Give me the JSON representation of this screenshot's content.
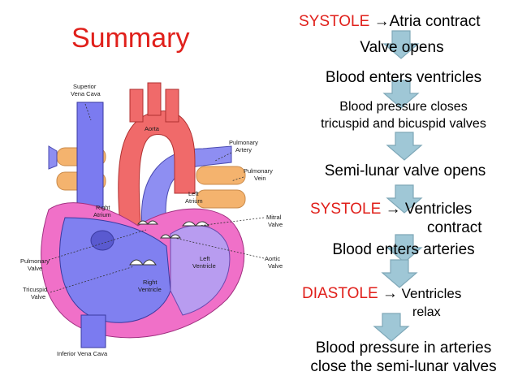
{
  "title": "Summary",
  "heart_labels": {
    "superior_vena_cava": [
      "Superior",
      "Vena Cava"
    ],
    "aorta": "Aorta",
    "pulmonary_artery": [
      "Pulmonary",
      "Artery"
    ],
    "pulmonary_vein": [
      "Pulmonary",
      "Vein"
    ],
    "left_atrium": [
      "Left",
      "Atrium"
    ],
    "right_atrium": [
      "Right",
      "Atrium"
    ],
    "mitral_valve": [
      "Mitral",
      "Valve"
    ],
    "aortic_valve": [
      "Aortic",
      "Valve"
    ],
    "left_ventricle": [
      "Left",
      "Ventricle"
    ],
    "right_ventricle": [
      "Right",
      "Ventricle"
    ],
    "pulmonary_valve": [
      "Pulmonary",
      "Valve"
    ],
    "tricuspid_valve": [
      "Tricuspid",
      "Valve"
    ],
    "inferior_vena_cava": "Inferior Vena Cava"
  },
  "flow": {
    "s1_red": "SYSTOLE ",
    "s1_arrow": "→",
    "s1_rest": "Atria contract",
    "s2": "Valve opens",
    "s3": "Blood enters ventricles",
    "s4_l1": "Blood pressure closes",
    "s4_l2": "tricuspid and bicuspid valves",
    "s5": "Semi-lunar valve opens",
    "s6_red": "SYSTOLE ",
    "s6_arrow": "→",
    "s6_rest": " Ventricles",
    "s6_l2": "contract",
    "s7": "Blood enters arteries",
    "s8_red": "DIASTOLE ",
    "s8_arrow": "→",
    "s8_rest": " Ventricles",
    "s8_l2": "relax",
    "s9_l1": "Blood pressure in arteries",
    "s9_l2": "close the semi-lunar valves"
  },
  "colors": {
    "title_red": "#e0201b",
    "arrow_fill": "#9fc7d6",
    "arrow_stroke": "#7fa8b8",
    "deoxygenated_blue": "#7b7bf0",
    "oxygenated_red": "#f06a6a",
    "heart_wall_pink": "#f070c8",
    "vessel_orange": "#f4b36e"
  }
}
